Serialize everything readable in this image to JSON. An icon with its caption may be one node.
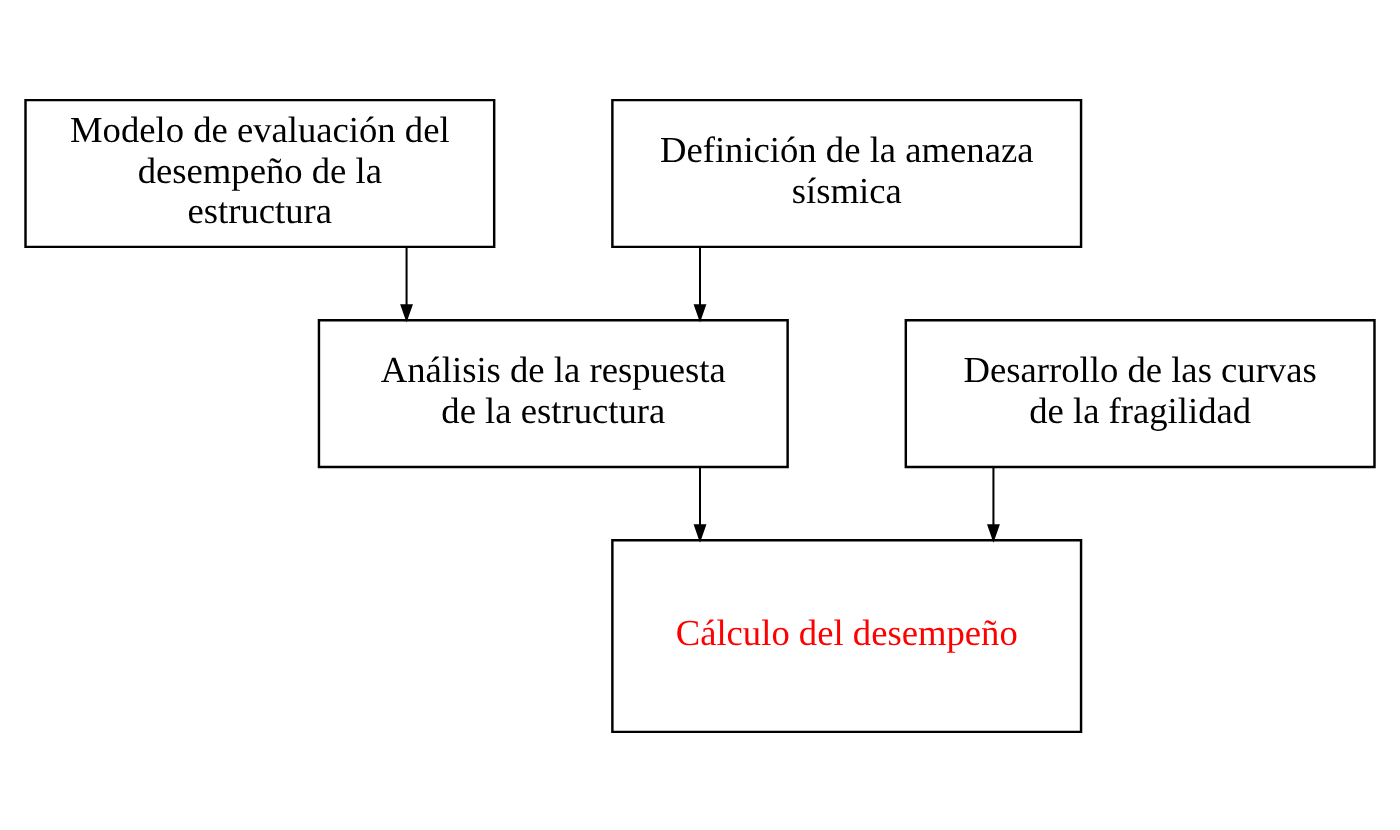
{
  "diagram": {
    "nodes": [
      {
        "text": [
          "Modelo de evaluación del desempeño de la estructura"
        ]
      },
      {
        "text": [
          "Definición de la amenaza sísmica"
        ]
      },
      {
        "text": [
          "Análisis de la respuesta de la estructura"
        ]
      },
      {
        "text": [
          "Desarrollo de las curvas de la fragilidad"
        ]
      },
      {
        "text": [
          "Cálculo del desempeño"
        ]
      }
    ],
    "edges": [
      {
        "from": 0,
        "to": 2,
        "arrow": "to"
      },
      {
        "from": 1,
        "to": 2,
        "arrow": "to"
      },
      {
        "from": 2,
        "to": 4,
        "arrow": "to"
      },
      {
        "from": 3,
        "to": 4,
        "arrow": "to"
      }
    ]
  }
}
